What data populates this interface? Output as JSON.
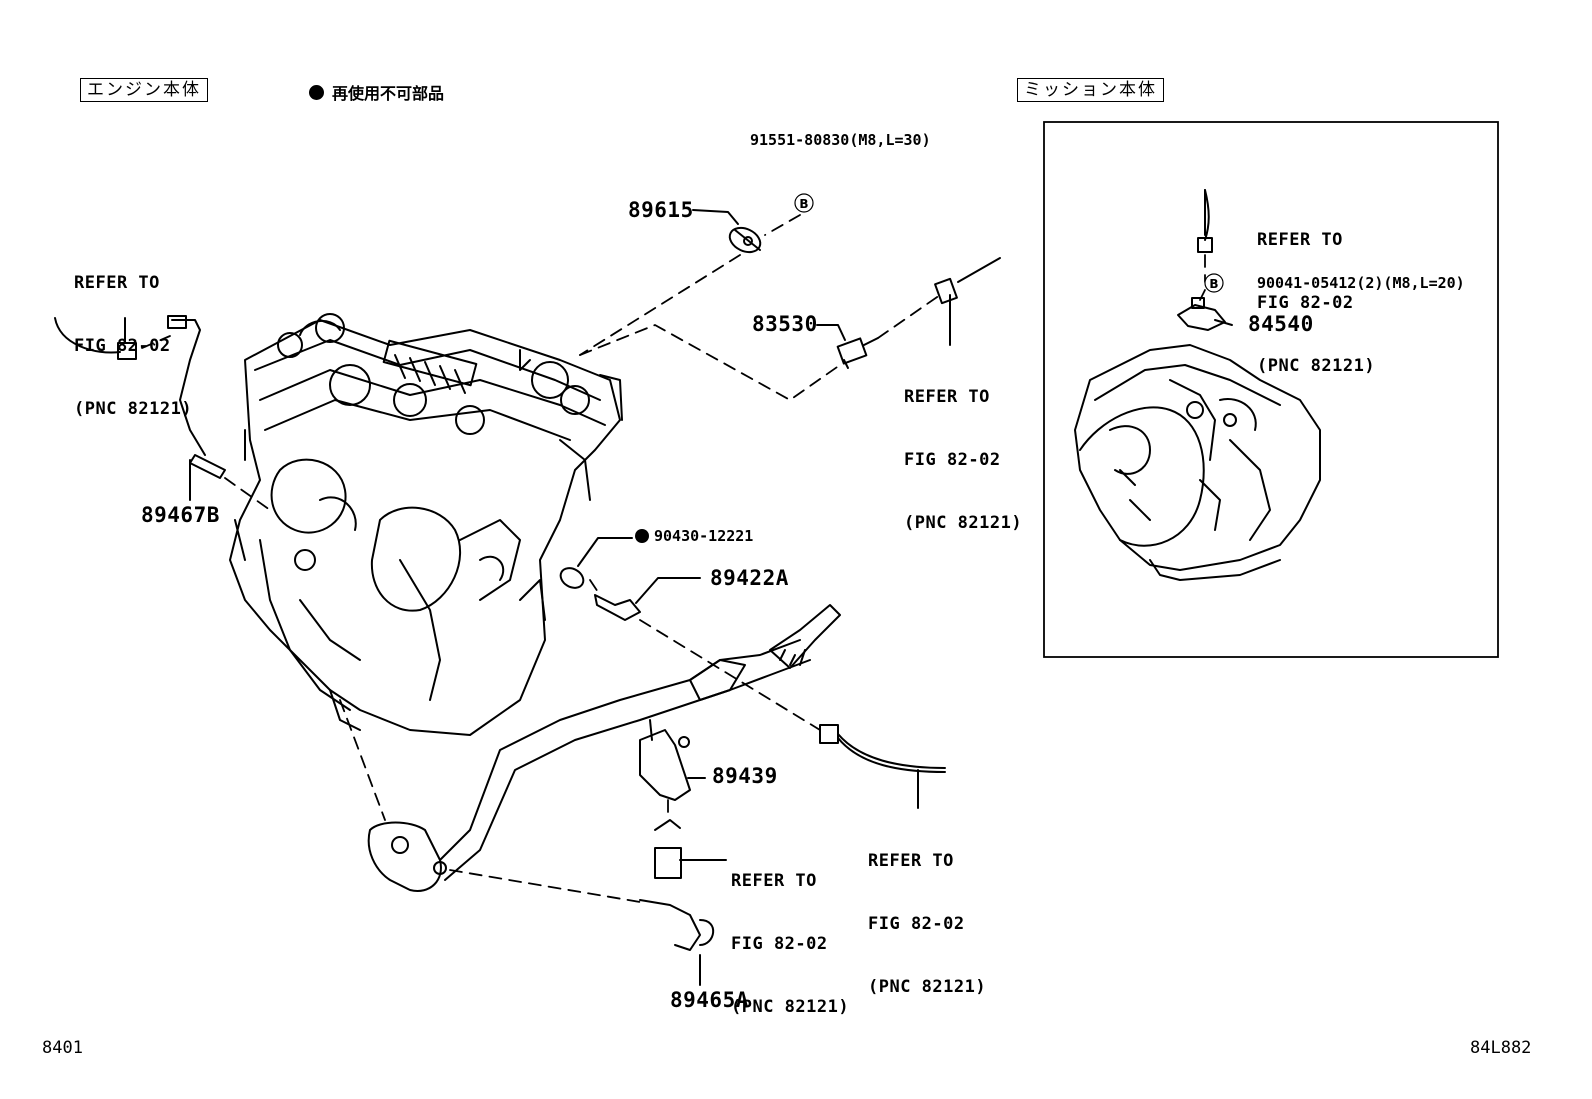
{
  "sections": {
    "engine": "エンジン本体",
    "mission": "ミッション本体"
  },
  "legend": {
    "text": "再使用不可部品"
  },
  "parts": {
    "p91551": "91551-80830(M8,L=30)",
    "p89615": "89615",
    "p83530": "83530",
    "p89467b": "89467B",
    "p90430": "90430-12221",
    "p89422a": "89422A",
    "p89439": "89439",
    "p89465a": "89465A",
    "p90041": "90041-05412(2)(M8,L=20)",
    "p84540": "84540"
  },
  "refer": {
    "line1": "REFER TO",
    "line2": "FIG 82-02",
    "line3": "(PNC 82121)"
  },
  "marker_b": "B",
  "footer": {
    "left": "8401",
    "right": "84L882"
  }
}
